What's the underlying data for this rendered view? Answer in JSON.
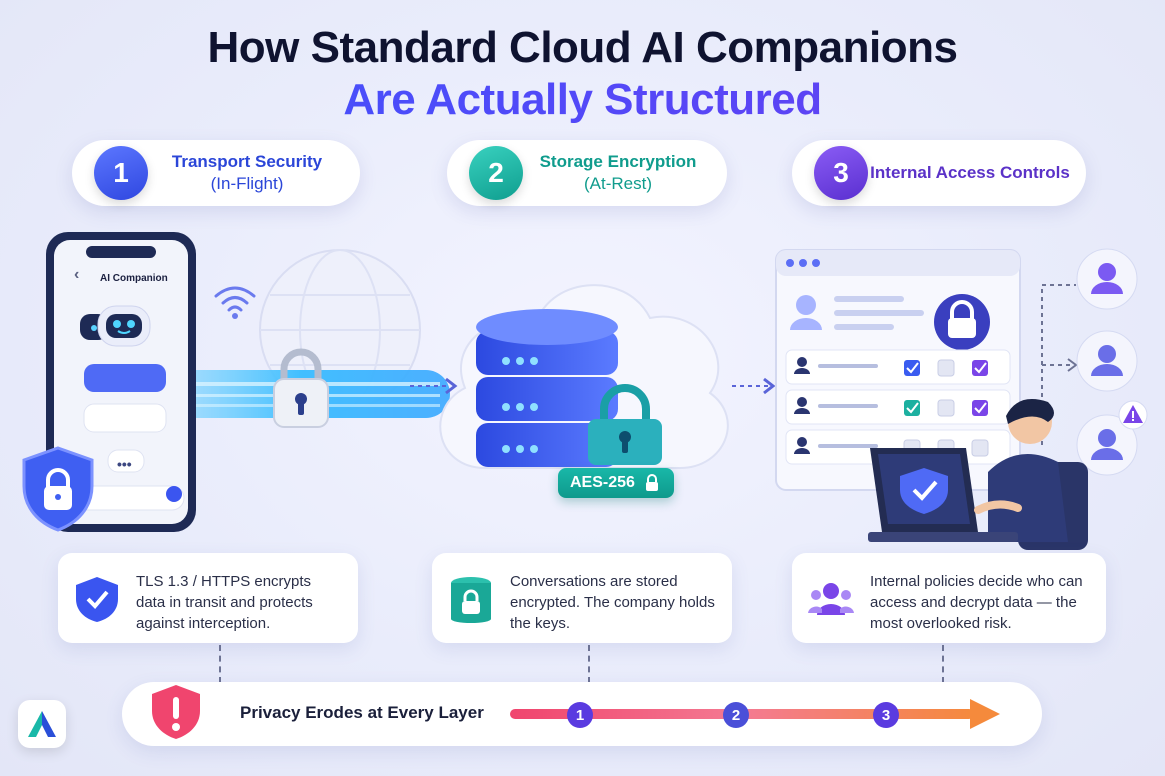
{
  "title": {
    "line1": "How Standard Cloud AI Companions",
    "line2": "Are Actually Structured"
  },
  "steps": [
    {
      "number": "1",
      "label": "Transport Security",
      "sub": "(In-Flight)",
      "color": "#3a55f0"
    },
    {
      "number": "2",
      "label": "Storage Encryption",
      "sub": "(At-Rest)",
      "color": "#17b3a3"
    },
    {
      "number": "3",
      "label": "Internal Access Controls",
      "sub": "",
      "color": "#6c3ce0"
    }
  ],
  "phone": {
    "header": "AI Companion",
    "back": "‹",
    "typing": "•••"
  },
  "storage_badge": "AES-256",
  "info": [
    {
      "text": "TLS 1.3 / HTTPS encrypts data in transit and protects against interception.",
      "icon": "shield-check-icon"
    },
    {
      "text": "Conversations are stored encrypted. The company holds the keys.",
      "icon": "database-lock-icon"
    },
    {
      "text": "Internal policies decide who can access and decrypt data — the most overlooked risk.",
      "icon": "users-group-icon"
    }
  ],
  "bottom": {
    "label": "Privacy Erodes at Every Layer",
    "markers": [
      "1",
      "2",
      "3"
    ]
  },
  "colors": {
    "blue": "#3a55f0",
    "teal": "#17b3a3",
    "purple": "#6c3ce0",
    "red": "#f0456e",
    "orange": "#f58a3c"
  }
}
